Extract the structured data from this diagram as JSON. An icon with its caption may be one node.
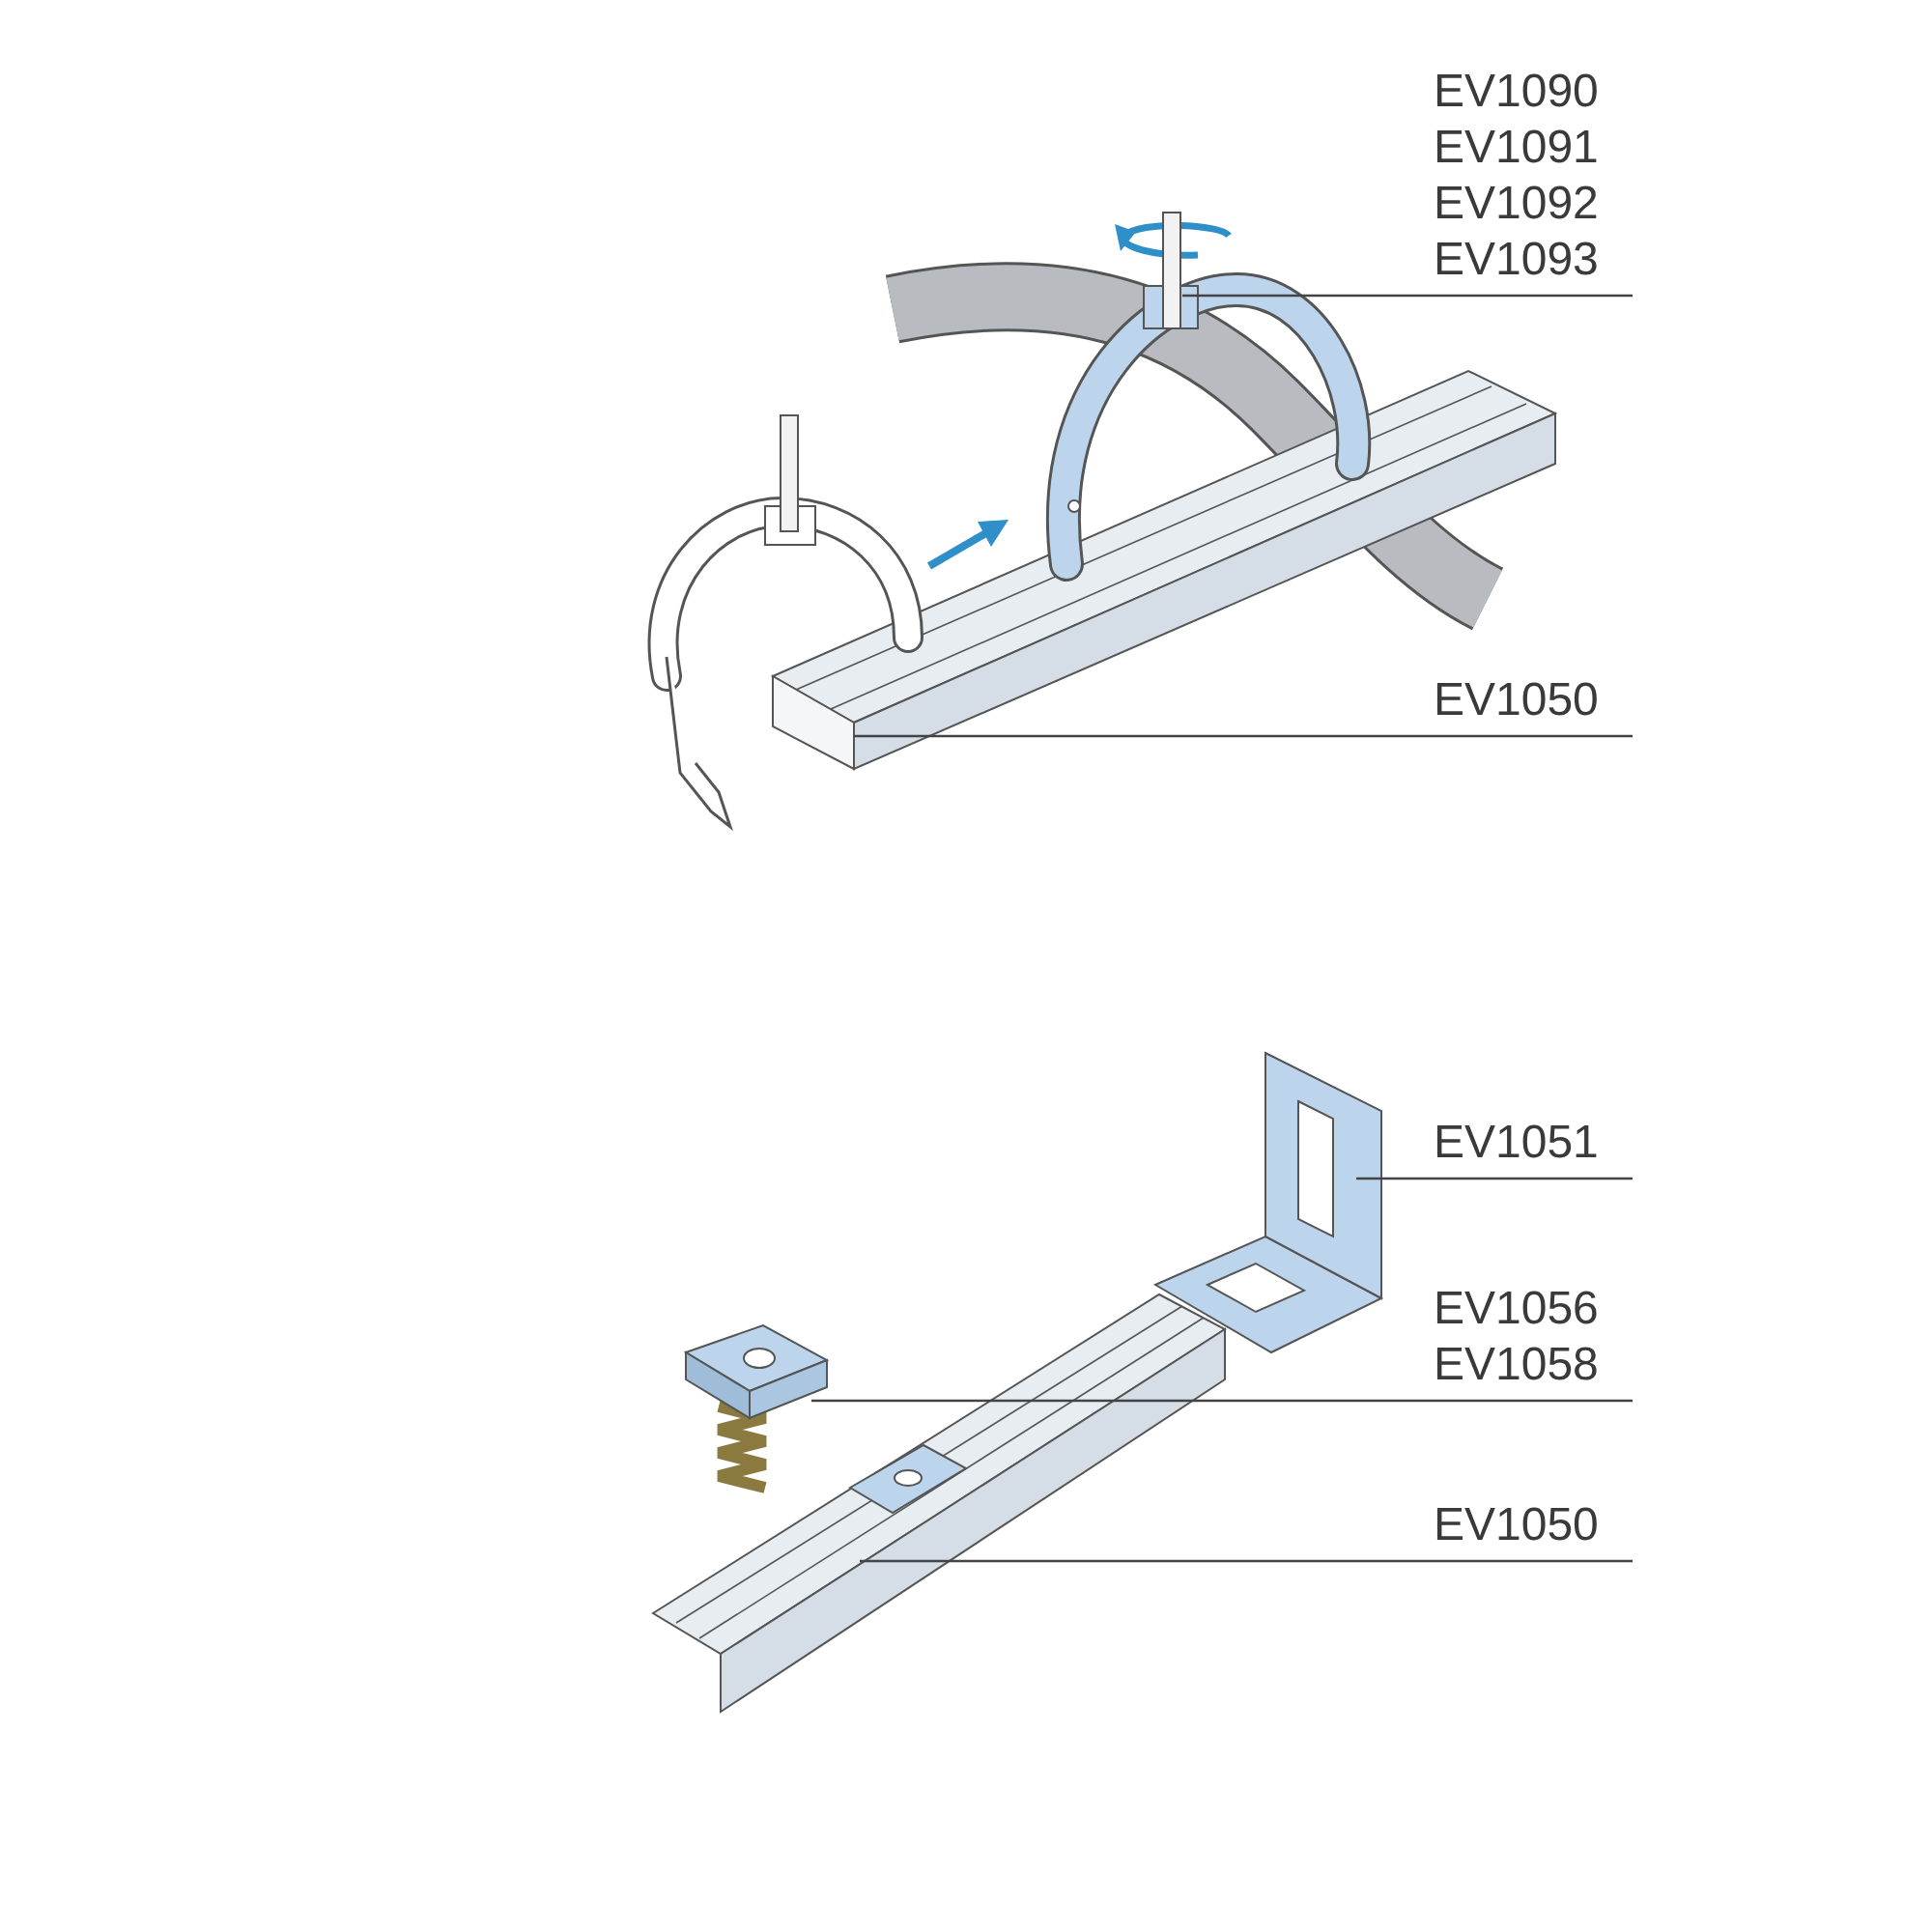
{
  "diagram": {
    "nodes": [
      {
        "text": [
          "EV1090",
          "EV1091",
          "EV1092",
          "EV1093"
        ]
      },
      {
        "text": [
          "EV1050"
        ]
      },
      {
        "text": [
          "EV1051"
        ]
      },
      {
        "text": [
          "EV1056",
          "EV1058"
        ]
      },
      {
        "text": [
          "EV1050"
        ]
      },
      {
        "text": [],
        "shape": "picture"
      },
      {
        "text": [],
        "shape": "picture"
      },
      {
        "text": [],
        "shape": "picture"
      },
      {
        "text": [],
        "shape": "picture"
      },
      {
        "text": [],
        "shape": "picture"
      }
    ],
    "edges": [
      {
        "from": 0,
        "to": 5,
        "arrow": "none"
      },
      {
        "from": 1,
        "to": 6,
        "arrow": "none"
      },
      {
        "from": 2,
        "to": 7,
        "arrow": "none"
      },
      {
        "from": 3,
        "to": 8,
        "arrow": "none"
      },
      {
        "from": 4,
        "to": 9,
        "arrow": "none"
      }
    ]
  }
}
